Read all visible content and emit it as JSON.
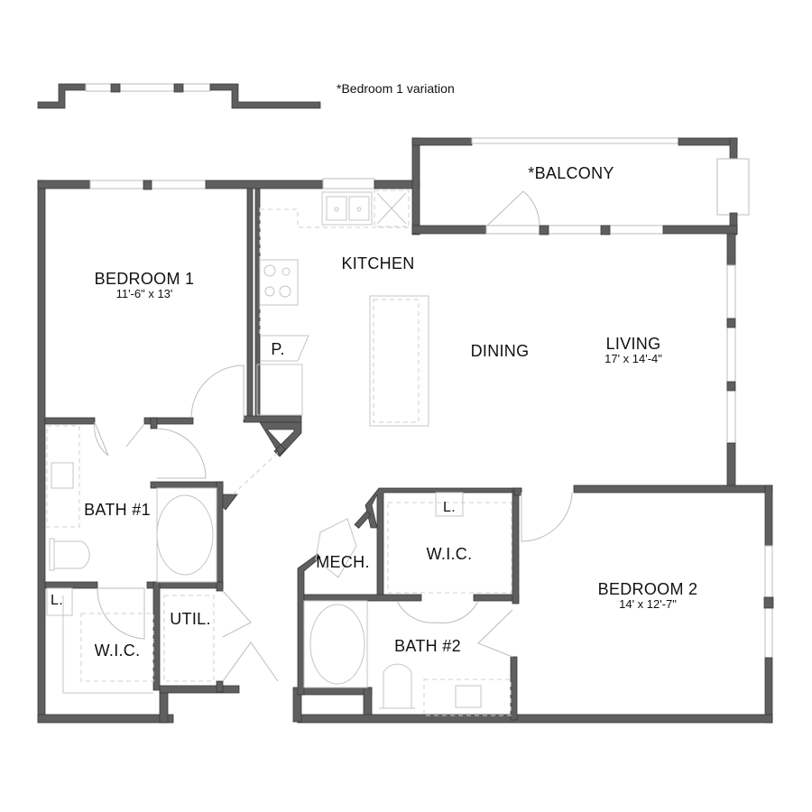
{
  "variation_note": "*Bedroom 1 variation",
  "rooms": {
    "bedroom1": {
      "name": "BEDROOM 1",
      "dim": "11'-6\" x 13'"
    },
    "balcony": {
      "name": "*BALCONY"
    },
    "kitchen": {
      "name": "KITCHEN"
    },
    "pantry": {
      "name": "P."
    },
    "dining": {
      "name": "DINING"
    },
    "living": {
      "name": "LIVING",
      "dim": "17' x 14'-4\""
    },
    "bath1": {
      "name": "BATH #1"
    },
    "linen1": {
      "name": "L."
    },
    "wic1": {
      "name": "W.I.C."
    },
    "util": {
      "name": "UTIL."
    },
    "mech": {
      "name": "MECH."
    },
    "linen2": {
      "name": "L."
    },
    "wic2": {
      "name": "W.I.C."
    },
    "bath2": {
      "name": "BATH #2"
    },
    "bedroom2": {
      "name": "BEDROOM 2",
      "dim": "14' x 12'-7\""
    }
  },
  "colors": {
    "wall": "#5f5f5f",
    "fixture": "#c4c4c4",
    "text": "#111111"
  }
}
